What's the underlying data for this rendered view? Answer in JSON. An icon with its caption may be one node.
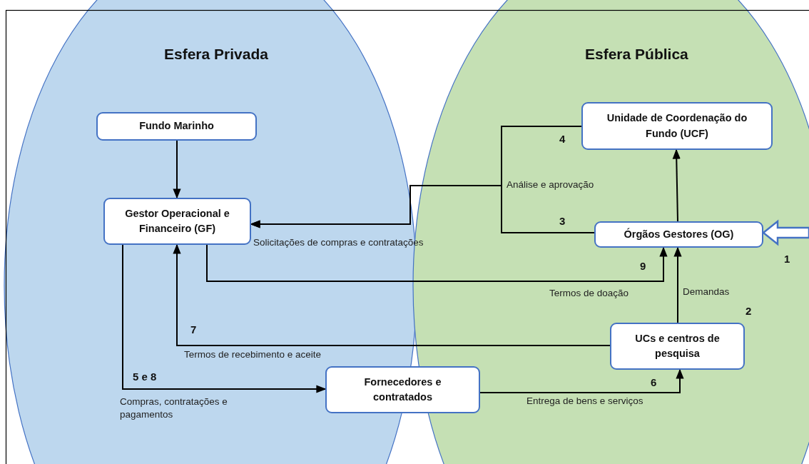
{
  "diagram": {
    "nodes": [
      {
        "text": [
          "Esfera Privada"
        ]
      },
      {
        "text": [
          "Esfera Pública"
        ]
      },
      {
        "text": [
          "Fundo Marinho"
        ],
        "in": 0
      },
      {
        "text": [
          "Gestor Operacional e Financeiro (GF)"
        ],
        "in": 0
      },
      {
        "text": [
          "Unidade de Coordenação do Fundo (UCF)"
        ],
        "in": 1
      },
      {
        "text": [
          "Órgãos Gestores (OG)"
        ],
        "in": 1
      },
      {
        "text": [
          "UCs e centros de pesquisa"
        ],
        "in": 1
      },
      {
        "text": [
          "Fornecedores e contratados"
        ]
      }
    ],
    "edges": [
      {
        "from": 2,
        "to": 3,
        "arrow": "to"
      },
      {
        "from": 4,
        "to": 3,
        "arrow": "to",
        "label": "Análise e aprovação"
      },
      {
        "from": 5,
        "to": 3,
        "arrow": "to",
        "label": "Solicitações de compras e contratações"
      },
      {
        "from": 5,
        "to": 4,
        "arrow": "to"
      },
      {
        "from": 3,
        "to": 5,
        "arrow": "to",
        "label": "Termos de doação"
      },
      {
        "from": 6,
        "to": 5,
        "arrow": "to",
        "label": "Demandas"
      },
      {
        "from": 6,
        "to": 3,
        "arrow": "to",
        "label": "Termos de recebimento e aceite"
      },
      {
        "from": 3,
        "to": 7,
        "arrow": "to",
        "label": "Compras, contratações e pagamentos"
      },
      {
        "from": 7,
        "to": 6,
        "arrow": "to",
        "label": "Entrega de bens e serviços"
      },
      {
        "from": null,
        "to": 5,
        "arrow": "to",
        "style": "thick",
        "color": "#4472c4"
      }
    ],
    "labels": [
      "4",
      "3",
      "1",
      "9",
      "2",
      "7",
      "5 e 8",
      "6"
    ]
  }
}
